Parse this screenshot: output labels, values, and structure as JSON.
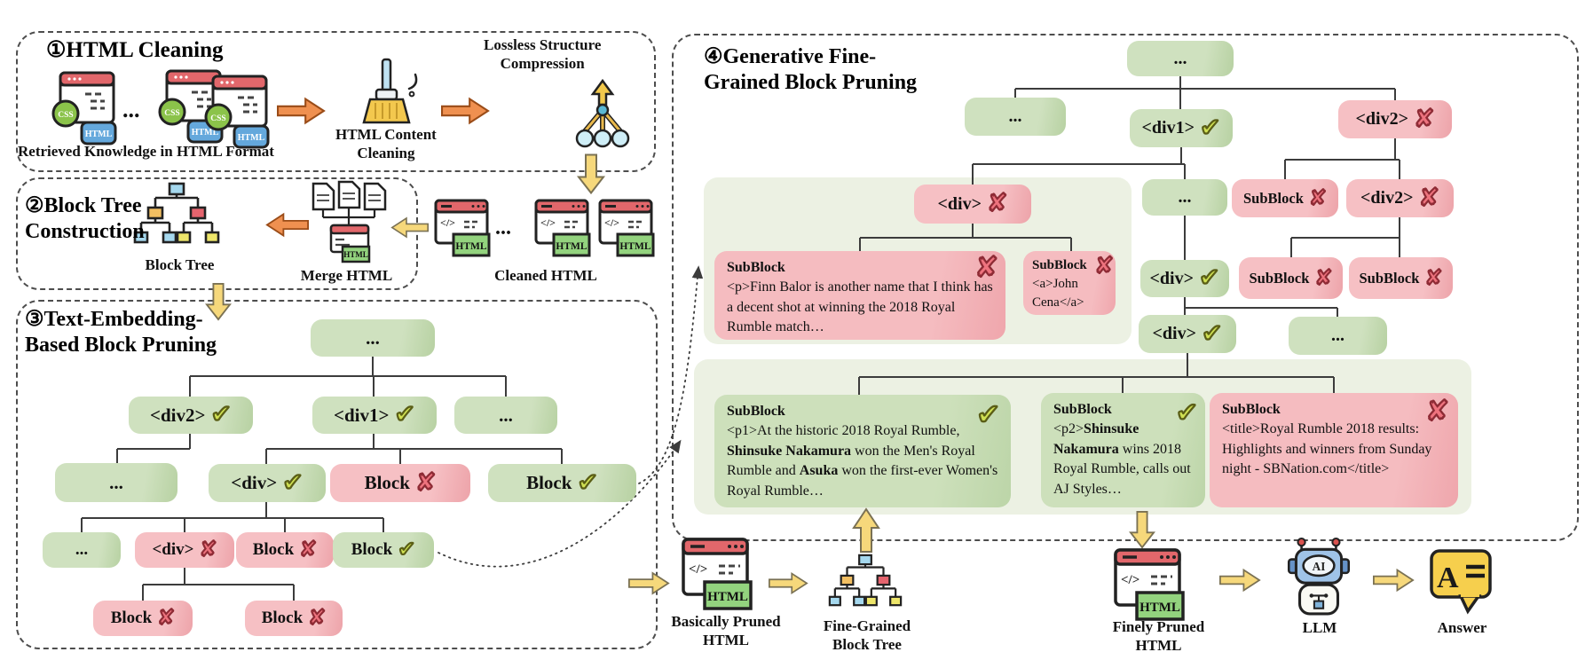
{
  "sections": {
    "s1": {
      "title": "①HTML Cleaning",
      "caption_retrieved": "Retrieved Knowledge in HTML Format",
      "cleaning_line1": "HTML Content",
      "cleaning_line2": "Cleaning",
      "compression_line1": "Lossless Structure",
      "compression_line2": "Compression"
    },
    "s2": {
      "title_line1": "②Block Tree",
      "title_line2": "Construction",
      "caption_block_tree": "Block Tree",
      "caption_merge": "Merge HTML",
      "caption_cleaned": "Cleaned HTML"
    },
    "s3": {
      "title_line1": "③Text-Embedding-",
      "title_line2": "Based Block Pruning"
    },
    "s4": {
      "title_line1": "④Generative Fine-",
      "title_line2": "Grained Block Pruning"
    }
  },
  "labels": {
    "ellipsis": "...",
    "div": "<div>",
    "div1": "<div1>",
    "div2": "<div2>",
    "block": "Block",
    "subblock": "SubBlock"
  },
  "marks": {
    "check": "✔",
    "cross": "✘"
  },
  "cards": {
    "heading": "SubBlock",
    "finn": {
      "segments": [
        {
          "t": "<p>Finn Balor is another name that I think has a decent shot at winning the 2018 Royal Rumble match…",
          "b": false
        }
      ]
    },
    "cena": {
      "segments": [
        {
          "t": "<a>John Cena</a>",
          "b": false
        }
      ]
    },
    "p1": {
      "segments": [
        {
          "t": "<p1>At the historic 2018 Royal Rumble, ",
          "b": false
        },
        {
          "t": "Shinsuke Nakamura",
          "b": true
        },
        {
          "t": " won the Men's Royal Rumble and ",
          "b": false
        },
        {
          "t": "Asuka",
          "b": true
        },
        {
          "t": " won the first-ever Women's Royal Rumble…",
          "b": false
        }
      ]
    },
    "p2": {
      "segments": [
        {
          "t": "<p2>",
          "b": false
        },
        {
          "t": "Shinsuke Nakamura",
          "b": true
        },
        {
          "t": " wins 2018 Royal Rumble, calls out AJ Styles…",
          "b": false
        }
      ]
    },
    "title_card": {
      "segments": [
        {
          "t": "<title>Royal Rumble 2018 results: Highlights and winners from Sunday night - SBNation.com</title>",
          "b": false
        }
      ]
    }
  },
  "bottom": {
    "basically_line1": "Basically Pruned",
    "basically_line2": "HTML",
    "fine_grained_line1": "Fine-Grained",
    "fine_grained_line2": "Block Tree",
    "finely_line1": "Finely Pruned",
    "finely_line2": "HTML",
    "llm": "LLM",
    "answer": "Answer"
  },
  "icon_text": {
    "css": "CSS",
    "html": "HTML",
    "code": "</>",
    "ai": "AI",
    "answer_letter": "A"
  },
  "colors": {
    "green_node": "#cfe1bf",
    "red_node": "#f6c0c4",
    "panel": "#ecf1e3",
    "check": "#cfe052",
    "cross": "#ee737e",
    "yellow_arrow": "#f6d87b",
    "orange_arrow": "#ef9050"
  }
}
